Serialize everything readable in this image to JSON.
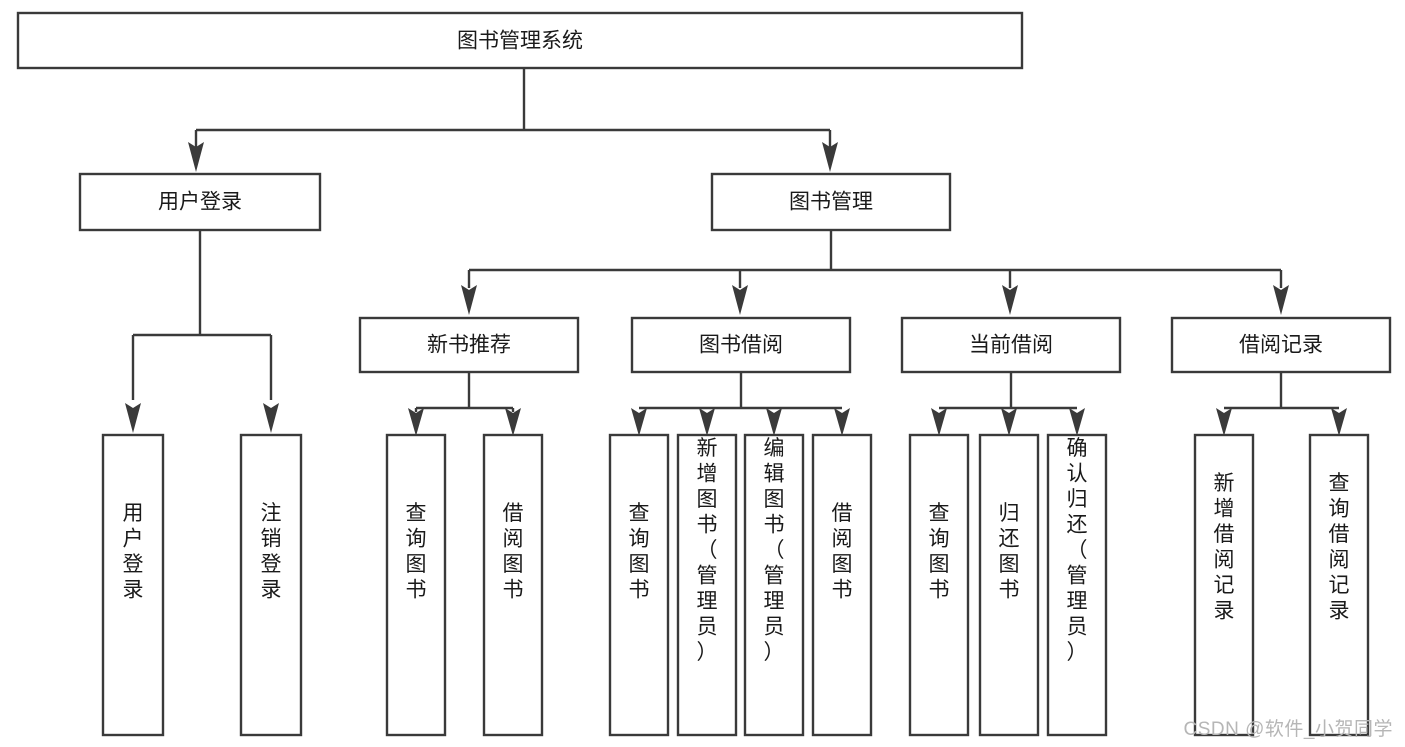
{
  "diagram": {
    "title": "图书管理系统",
    "watermark": "CSDN @软件_小贺同学",
    "colors": {
      "stroke": "#3a3a3a",
      "box_fill": "#ffffff",
      "text": "#1a1a1a",
      "background": "#ffffff",
      "watermark": "#b6b6b6"
    },
    "root": {
      "label": "图书管理系统",
      "orientation": "horizontal"
    },
    "level2": [
      {
        "label": "用户登录",
        "orientation": "horizontal"
      },
      {
        "label": "图书管理",
        "orientation": "horizontal"
      }
    ],
    "level3": [
      {
        "label": "新书推荐",
        "orientation": "horizontal"
      },
      {
        "label": "图书借阅",
        "orientation": "horizontal"
      },
      {
        "label": "当前借阅",
        "orientation": "horizontal"
      },
      {
        "label": "借阅记录",
        "orientation": "horizontal"
      }
    ],
    "leaves": {
      "user_login": [
        {
          "label": "用户登录",
          "orientation": "vertical"
        },
        {
          "label": "注销登录",
          "orientation": "vertical"
        }
      ],
      "new_book_recommend": [
        {
          "label": "查询图书",
          "orientation": "vertical"
        },
        {
          "label": "借阅图书",
          "orientation": "vertical"
        }
      ],
      "book_borrow": [
        {
          "label": "查询图书",
          "orientation": "vertical"
        },
        {
          "label": "新增图书（管理员）",
          "orientation": "vertical"
        },
        {
          "label": "编辑图书（管理员）",
          "orientation": "vertical"
        },
        {
          "label": "借阅图书",
          "orientation": "vertical"
        }
      ],
      "current_borrow": [
        {
          "label": "查询图书",
          "orientation": "vertical"
        },
        {
          "label": "归还图书",
          "orientation": "vertical"
        },
        {
          "label": "确认归还（管理员）",
          "orientation": "vertical"
        }
      ],
      "borrow_record": [
        {
          "label": "新增借阅记录",
          "orientation": "vertical"
        },
        {
          "label": "查询借阅记录",
          "orientation": "vertical"
        }
      ]
    }
  }
}
